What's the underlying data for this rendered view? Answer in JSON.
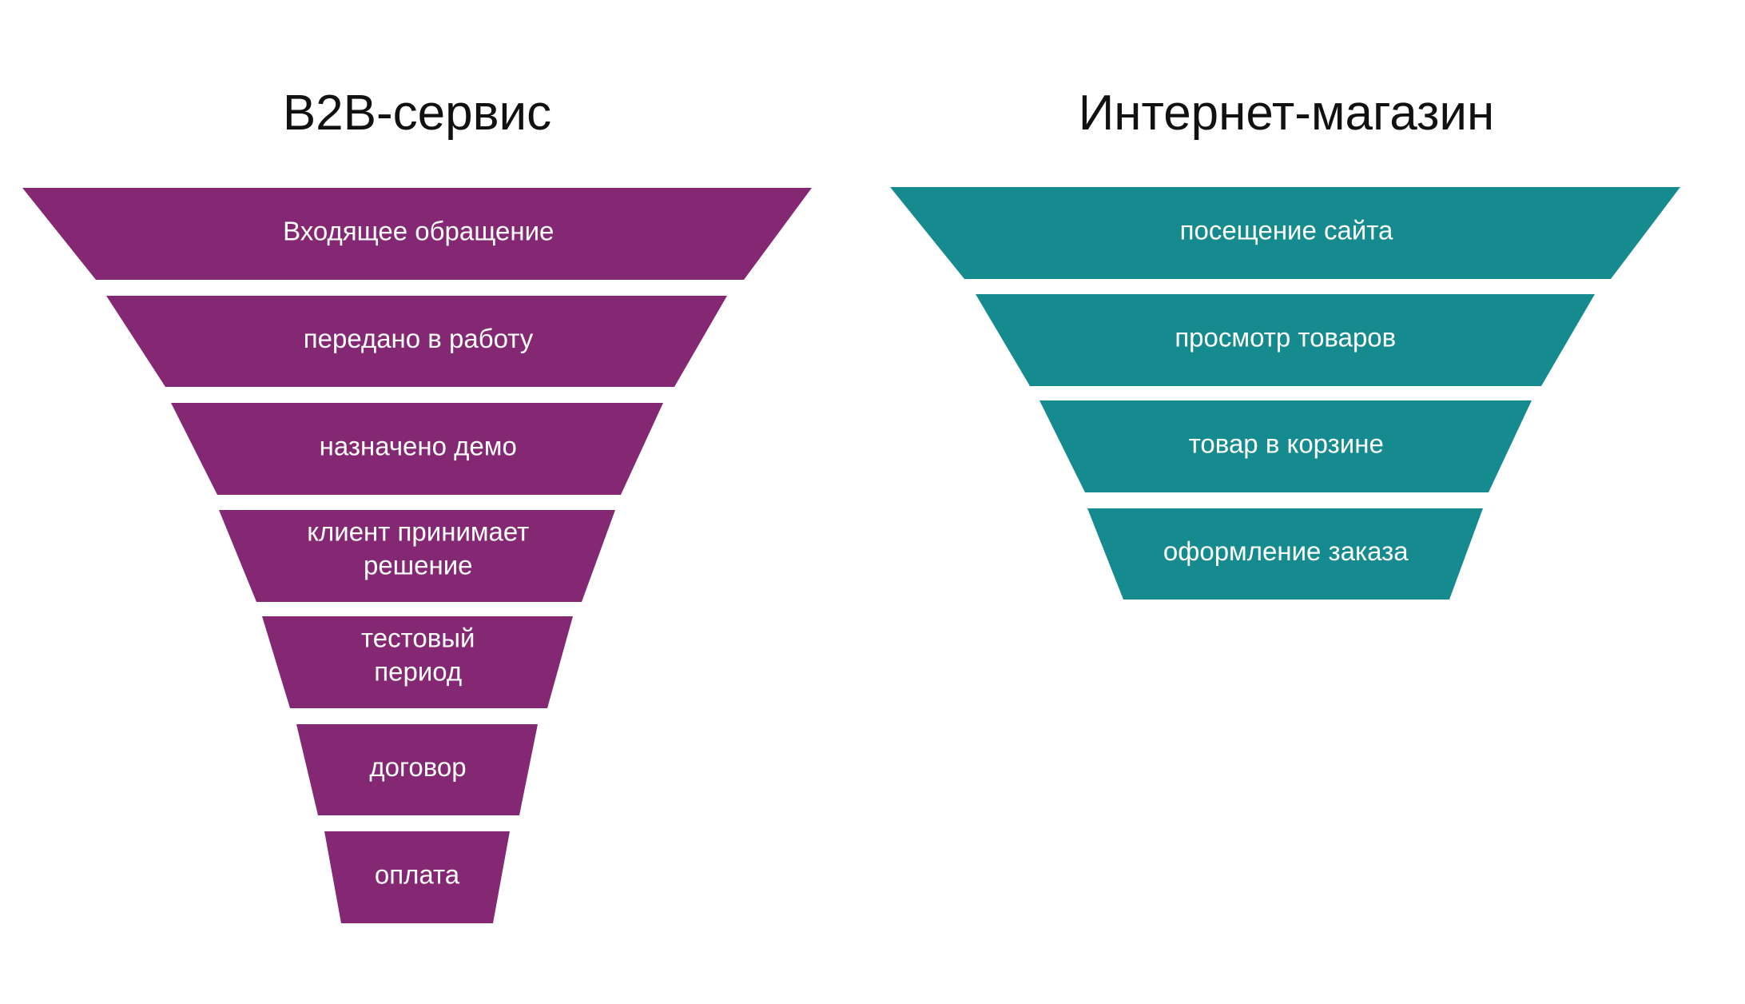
{
  "funnels": [
    {
      "title": "B2B-сервис",
      "color": "#852873",
      "stages": [
        [
          "Входящее обращение"
        ],
        [
          "передано в работу"
        ],
        [
          "назначено демо"
        ],
        [
          "клиент принимает",
          "решение"
        ],
        [
          "тестовый",
          "период"
        ],
        [
          "договор"
        ],
        [
          "оплата"
        ]
      ]
    },
    {
      "title": "Интернет-магазин",
      "color": "#158a8f",
      "stages": [
        [
          "посещение сайта"
        ],
        [
          "просмотр товаров"
        ],
        [
          "товар в корзине"
        ],
        [
          "оформление заказа"
        ]
      ]
    }
  ]
}
